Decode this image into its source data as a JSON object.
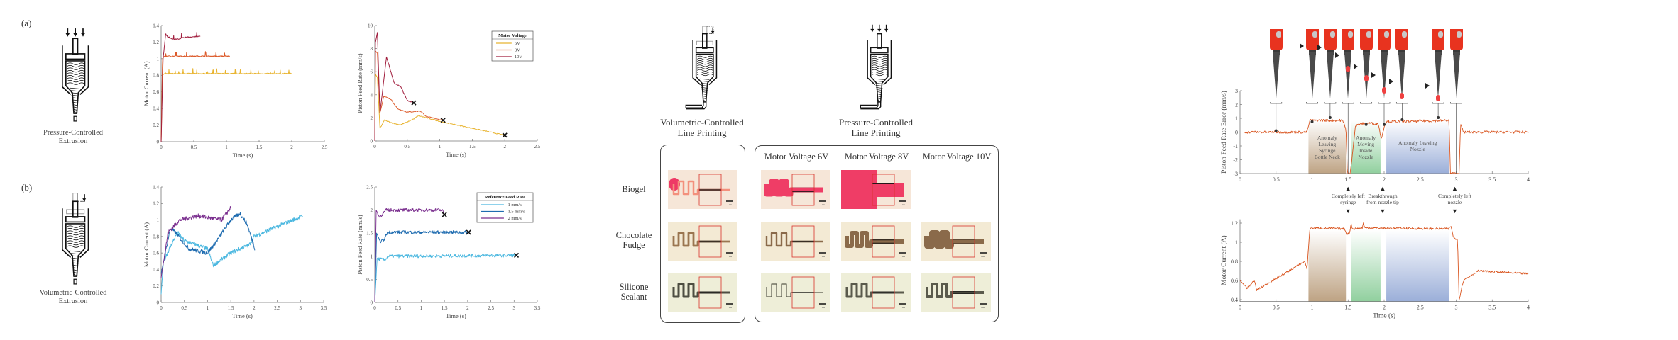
{
  "panel_labels": {
    "a": "(a)",
    "b": "(b)"
  },
  "schematics": {
    "pressure_extrusion": "Pressure-Controlled\nExtrusion",
    "volumetric_extrusion": "Volumetric-Controlled\nExtrusion",
    "volumetric_printing": "Volumetric-Controlled\nLine Printing",
    "pressure_printing": "Pressure-Controlled\nLine Printing"
  },
  "prints": {
    "column_headers": [
      "Motor Voltage 6V",
      "Motor Voltage 8V",
      "Motor Voltage 10V"
    ],
    "scale_label": "1 mm",
    "rows": [
      {
        "label": "Biogel",
        "bg": "#f6e6d8",
        "color": "#ef3d66",
        "vol_color": "#f3907c",
        "cells_present": [
          true,
          true,
          true,
          false
        ]
      },
      {
        "label": "Chocolate\nFudge",
        "bg": "#f3ead4",
        "color": "#8a6a4a",
        "vol_color": "#9a7650",
        "cells_present": [
          true,
          true,
          true,
          true
        ]
      },
      {
        "label": "Silicone\nSealant",
        "bg": "#eeeed8",
        "color": "#5a5a4c",
        "vol_color": "#4e4e42",
        "cells_present": [
          true,
          true,
          true,
          true
        ]
      }
    ]
  },
  "chart_data": [
    {
      "id": "a-motor-current",
      "type": "line",
      "xlabel": "Time (s)",
      "ylabel": "Motor Current (A)",
      "xlim": [
        0,
        2.5
      ],
      "ylim": [
        0,
        1.4
      ],
      "xticks": [
        0,
        0.5,
        1,
        1.5,
        2,
        2.5
      ],
      "yticks": [
        0,
        0.2,
        0.4,
        0.6,
        0.8,
        1,
        1.2,
        1.4
      ],
      "series": [
        {
          "name": "6V",
          "color": "#e8b430",
          "points": [
            [
              0,
              0
            ],
            [
              0.02,
              0.8
            ],
            [
              0.05,
              0.82
            ],
            [
              2,
              0.82
            ]
          ]
        },
        {
          "name": "8V",
          "color": "#dc5a2a",
          "points": [
            [
              0,
              0
            ],
            [
              0.02,
              1.0
            ],
            [
              0.05,
              1.03
            ],
            [
              1.05,
              1.03
            ]
          ]
        },
        {
          "name": "10V",
          "color": "#a01c3c",
          "points": [
            [
              0,
              0
            ],
            [
              0.03,
              1.0
            ],
            [
              0.07,
              1.3
            ],
            [
              0.1,
              1.26
            ],
            [
              0.2,
              1.23
            ],
            [
              0.4,
              1.26
            ],
            [
              0.6,
              1.27
            ]
          ]
        }
      ]
    },
    {
      "id": "a-piston-feed-rate",
      "type": "line",
      "xlabel": "Time (s)",
      "ylabel": "Piston Feed Rate (mm/s)",
      "xlim": [
        0,
        2.5
      ],
      "ylim": [
        0,
        10
      ],
      "xticks": [
        0,
        0.5,
        1,
        1.5,
        2,
        2.5
      ],
      "yticks": [
        0,
        2,
        4,
        6,
        8,
        10
      ],
      "legend_title": "Motor Voltage",
      "legend": "top-right",
      "series": [
        {
          "name": "6V",
          "color": "#e8b430",
          "end_marker": true,
          "points": [
            [
              0,
              0
            ],
            [
              0.01,
              5.8
            ],
            [
              0.04,
              5.5
            ],
            [
              0.08,
              1.1
            ],
            [
              0.15,
              1.8
            ],
            [
              0.3,
              1.5
            ],
            [
              0.4,
              1.4
            ],
            [
              0.6,
              1.9
            ],
            [
              0.67,
              2.2
            ],
            [
              1,
              1.7
            ],
            [
              1.5,
              1.1
            ],
            [
              2,
              0.5
            ]
          ]
        },
        {
          "name": "8V",
          "color": "#dc5a2a",
          "end_marker": true,
          "points": [
            [
              0,
              0
            ],
            [
              0.01,
              7.8
            ],
            [
              0.04,
              7.6
            ],
            [
              0.08,
              2.4
            ],
            [
              0.14,
              3.9
            ],
            [
              0.25,
              3.6
            ],
            [
              0.35,
              2.8
            ],
            [
              0.5,
              2.5
            ],
            [
              0.7,
              2.6
            ],
            [
              0.8,
              2.1
            ],
            [
              1.05,
              1.8
            ]
          ]
        },
        {
          "name": "10V",
          "color": "#a01c3c",
          "end_marker": true,
          "points": [
            [
              0,
              0
            ],
            [
              0.01,
              8.5
            ],
            [
              0.04,
              9.4
            ],
            [
              0.08,
              2.4
            ],
            [
              0.18,
              7.3
            ],
            [
              0.3,
              5
            ],
            [
              0.4,
              4.7
            ],
            [
              0.5,
              3.5
            ],
            [
              0.6,
              3.3
            ]
          ]
        }
      ]
    },
    {
      "id": "b-motor-current",
      "type": "line",
      "xlabel": "Time (s)",
      "ylabel": "Motor Current (A)",
      "xlim": [
        0,
        3.5
      ],
      "ylim": [
        0,
        1.4
      ],
      "xticks": [
        0,
        0.5,
        1,
        1.5,
        2,
        2.5,
        3,
        3.5
      ],
      "yticks": [
        0,
        0.2,
        0.4,
        0.6,
        0.8,
        1,
        1.2,
        1.4
      ],
      "series": [
        {
          "name": "1 mm/s",
          "color": "#4cb8e0",
          "points": [
            [
              0,
              0.1
            ],
            [
              0.05,
              0.5
            ],
            [
              0.35,
              0.85
            ],
            [
              0.5,
              0.75
            ],
            [
              1,
              0.65
            ],
            [
              1.12,
              0.45
            ],
            [
              1.5,
              0.6
            ],
            [
              1.9,
              0.7
            ],
            [
              2,
              0.8
            ],
            [
              2.5,
              0.92
            ],
            [
              3.05,
              1.05
            ]
          ]
        },
        {
          "name": "1.5 mm/s",
          "color": "#1f6cb0",
          "points": [
            [
              0,
              0.35
            ],
            [
              0.2,
              0.9
            ],
            [
              0.3,
              0.85
            ],
            [
              0.6,
              0.65
            ],
            [
              1,
              0.6
            ],
            [
              1.2,
              0.75
            ],
            [
              1.5,
              1.0
            ],
            [
              1.7,
              1.08
            ],
            [
              1.85,
              0.95
            ],
            [
              2.02,
              0.65
            ]
          ]
        },
        {
          "name": "2 mm/s",
          "color": "#7a2e8e",
          "points": [
            [
              0,
              0.3
            ],
            [
              0.15,
              0.85
            ],
            [
              0.4,
              1.0
            ],
            [
              0.8,
              1.05
            ],
            [
              1.3,
              1.0
            ],
            [
              1.5,
              1.15
            ]
          ]
        }
      ]
    },
    {
      "id": "b-piston-feed-rate",
      "type": "line",
      "xlabel": "Time (s)",
      "ylabel": "Piston Feed Rate (mm/s)",
      "xlim": [
        0,
        3.5
      ],
      "ylim": [
        0,
        2.5
      ],
      "xticks": [
        0,
        0.5,
        1,
        1.5,
        2,
        2.5,
        3,
        3.5
      ],
      "yticks": [
        0,
        0.5,
        1,
        1.5,
        2,
        2.5
      ],
      "legend_title": "Reference Feed Rate",
      "legend": "top-right",
      "series": [
        {
          "name": "1 mm/s",
          "color": "#4cb8e0",
          "end_marker": true,
          "points": [
            [
              0,
              0
            ],
            [
              0.05,
              0.95
            ],
            [
              0.2,
              0.92
            ],
            [
              0.3,
              1.0
            ],
            [
              3.05,
              1.02
            ]
          ]
        },
        {
          "name": "1.5 mm/s",
          "color": "#1f6cb0",
          "end_marker": true,
          "points": [
            [
              0,
              0
            ],
            [
              0.04,
              1.5
            ],
            [
              0.1,
              1.32
            ],
            [
              0.2,
              1.35
            ],
            [
              0.27,
              1.52
            ],
            [
              2.02,
              1.52
            ]
          ]
        },
        {
          "name": "2 mm/s",
          "color": "#7a2e8e",
          "end_marker": true,
          "points": [
            [
              0,
              0
            ],
            [
              0.03,
              2.0
            ],
            [
              0.1,
              1.85
            ],
            [
              0.25,
              2.0
            ],
            [
              1.45,
              2.0
            ],
            [
              1.5,
              1.9
            ]
          ]
        }
      ]
    },
    {
      "id": "anomaly-feed-rate-error",
      "type": "line",
      "xlabel": "",
      "ylabel": "Piston Feed Rate Error (mm/s)",
      "xlim": [
        0,
        4
      ],
      "ylim": [
        -3,
        3
      ],
      "xticks": [
        0,
        0.5,
        1,
        1.5,
        2,
        2.5,
        3,
        3.5,
        4
      ],
      "yticks": [
        -3,
        -2,
        -1,
        0,
        1,
        2,
        3
      ],
      "regions": [
        {
          "label": "Anomaly\nLeaving\nSyringe\nBottle Neck",
          "from": 0.95,
          "to": 1.47,
          "color": "#a8845a"
        },
        {
          "label": "Anomaly\nMoving\nInside\nNozzle",
          "from": 1.54,
          "to": 1.95,
          "color": "#6cc07e"
        },
        {
          "label": "Anomaly Leaving\nNozzle",
          "from": 2.03,
          "to": 2.9,
          "color": "#7a94cc"
        }
      ],
      "frame_times": [
        0.5,
        1,
        1.25,
        1.5,
        1.75,
        2,
        2.25,
        2.75,
        3
      ],
      "markers": [
        [
          0.5,
          0.1
        ],
        [
          1,
          0.75
        ],
        [
          1.25,
          1.05
        ],
        [
          1.75,
          0.55
        ],
        [
          2,
          0.55
        ],
        [
          2.25,
          0.9
        ],
        [
          2.75,
          1.05
        ]
      ],
      "series": [
        {
          "name": "error",
          "color": "#d9541e",
          "points": [
            [
              0,
              0
            ],
            [
              0.93,
              0
            ],
            [
              0.97,
              0.85
            ],
            [
              1.42,
              0.85
            ],
            [
              1.47,
              0.3
            ],
            [
              1.49,
              -3
            ],
            [
              1.53,
              -3
            ],
            [
              1.6,
              0.4
            ],
            [
              1.65,
              0.6
            ],
            [
              1.8,
              0.65
            ],
            [
              1.92,
              0.6
            ],
            [
              1.96,
              -0.5
            ],
            [
              2.0,
              0.4
            ],
            [
              2.03,
              0.75
            ],
            [
              2.9,
              0.85
            ],
            [
              2.92,
              -3
            ],
            [
              3.04,
              -3
            ],
            [
              3.06,
              0.6
            ],
            [
              3.1,
              0
            ],
            [
              4,
              0
            ]
          ]
        }
      ]
    },
    {
      "id": "anomaly-motor-current",
      "type": "line",
      "xlabel": "Time (s)",
      "ylabel": "Motor Current (A)",
      "xlim": [
        0,
        4
      ],
      "ylim": [
        0.38,
        1.24
      ],
      "xticks": [
        0,
        0.5,
        1,
        1.5,
        2,
        2.5,
        3,
        3.5,
        4
      ],
      "yticks": [
        0.4,
        0.6,
        0.8,
        1,
        1.2
      ],
      "regions": [
        {
          "from": 0.95,
          "to": 1.47,
          "color": "#a8845a"
        },
        {
          "from": 1.54,
          "to": 1.95,
          "color": "#6cc07e"
        },
        {
          "from": 2.03,
          "to": 2.9,
          "color": "#7a94cc"
        }
      ],
      "series": [
        {
          "name": "current",
          "color": "#d9541e",
          "points": [
            [
              0,
              0.6
            ],
            [
              0.1,
              0.52
            ],
            [
              0.2,
              0.6
            ],
            [
              0.23,
              0.5
            ],
            [
              0.5,
              0.62
            ],
            [
              0.9,
              0.8
            ],
            [
              0.93,
              0.72
            ],
            [
              0.97,
              1.15
            ],
            [
              1.45,
              1.14
            ],
            [
              1.48,
              1.09
            ],
            [
              1.52,
              1.09
            ],
            [
              1.54,
              1.2
            ],
            [
              1.56,
              1.14
            ],
            [
              1.7,
              1.15
            ],
            [
              1.71,
              1.21
            ],
            [
              1.73,
              1.15
            ],
            [
              2.9,
              1.14
            ],
            [
              2.93,
              1.17
            ],
            [
              2.96,
              1.05
            ],
            [
              3.02,
              1.03
            ],
            [
              3.04,
              0.4
            ],
            [
              3.1,
              0.6
            ],
            [
              3.3,
              0.7
            ],
            [
              4,
              0.67
            ]
          ]
        }
      ]
    }
  ],
  "events": [
    {
      "t": 1.5,
      "label": "Completely left\nsyringe"
    },
    {
      "t": 1.98,
      "label": "Breakthrough\nfrom nozzle tip"
    },
    {
      "t": 2.98,
      "label": "Completely left\nnozzle"
    }
  ]
}
